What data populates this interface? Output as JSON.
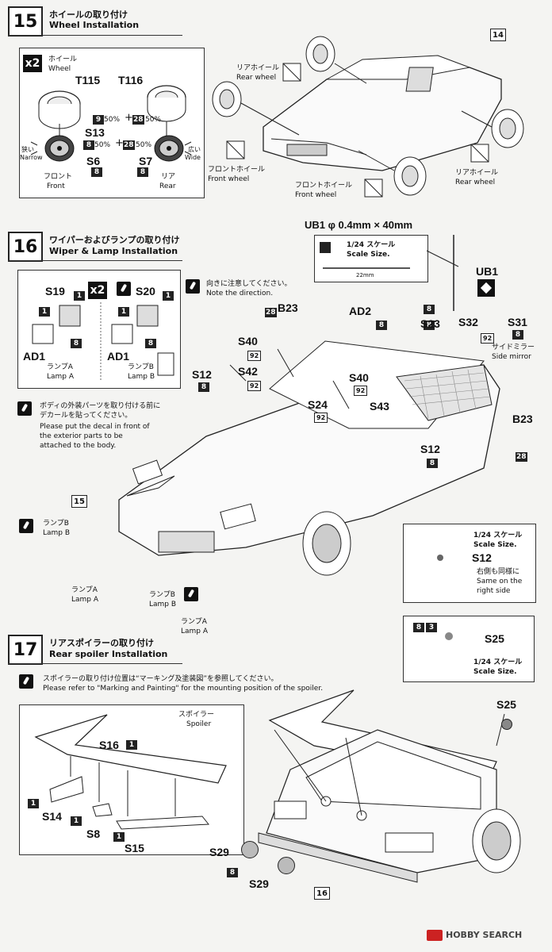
{
  "step15": {
    "number": "15",
    "title_jp": "ホイールの取り付け",
    "title_en": "Wheel Installation",
    "ref_part": "14",
    "inset": {
      "x2": "x2",
      "wheel_jp": "ホイール",
      "wheel_en": "Wheel",
      "t115": "T115",
      "t116": "T116",
      "ratio_left_a": "9",
      "ratio_left_a_pct": "50%",
      "ratio_left_b": "28",
      "ratio_left_b_pct": "50%",
      "s13": "S13",
      "ratio2_a": "8",
      "ratio2_a_pct": "50%",
      "ratio2_b": "28",
      "ratio2_b_pct": "50%",
      "narrow_jp": "狭い",
      "narrow_en": "Narrow",
      "wide_jp": "広い",
      "wide_en": "Wide",
      "s6": "S6",
      "s7": "S7",
      "s6_color": "8",
      "s7_color": "8",
      "front_jp": "フロント",
      "front_en": "Front",
      "rear_jp": "リア",
      "rear_en": "Rear"
    },
    "rear_wheel_top_jp": "リアホイール",
    "rear_wheel_top_en": "Rear wheel",
    "front_wheel_left_jp": "フロントホイール",
    "front_wheel_left_en": "Front wheel",
    "front_wheel_mid_jp": "フロントホイール",
    "front_wheel_mid_en": "Front wheel",
    "rear_wheel_right_jp": "リアホイール",
    "rear_wheel_right_en": "Rear wheel"
  },
  "step16": {
    "number": "16",
    "title_jp": "ワイパーおよびランプの取り付け",
    "title_en": "Wiper & Lamp Installation",
    "ub1_title": "UB1  φ 0.4mm × 40mm",
    "scale_jp": "1/24 スケール",
    "scale_en": "Scale Size.",
    "scale_mm": "22mm",
    "ub1": "UB1",
    "lamps": {
      "s19": "S19",
      "s20": "S20",
      "x2": "x2",
      "ad1_left": "AD1",
      "ad1_right": "AD1",
      "lamp_a_jp": "ランプA",
      "lamp_a_en": "Lamp A",
      "lamp_b_jp": "ランプB",
      "lamp_b_en": "Lamp B",
      "c1": "1",
      "c8": "8"
    },
    "note_direction_jp": "向きに注意してください。",
    "note_direction_en": "Note the direction.",
    "note_decal_jp1": "ボディの外装パーツを取り付ける前に",
    "note_decal_jp2": "デカールを貼ってください。",
    "note_decal_en1": "Please put the decal in front of",
    "note_decal_en2": "the exterior parts to be",
    "note_decal_en3": "attached to the body.",
    "parts": {
      "b23_top": "B23",
      "c28_top": "28",
      "ad2": "AD2",
      "c8_ad2": "8",
      "c8_s23": "8",
      "s23": "S23",
      "s32": "S32",
      "c92_mirror": "92",
      "s31": "S31",
      "c8_s31": "8",
      "mirror_jp": "サイドミラー",
      "mirror_en": "Side mirror",
      "s40_left": "S40",
      "c92_s40": "92",
      "s42": "S42",
      "c92_s42": "92",
      "s12_left": "S12",
      "c8_s12": "8",
      "s40_right": "S40",
      "c92_s40r": "92",
      "s24": "S24",
      "c92_s24": "92",
      "s43": "S43",
      "b23_right": "B23",
      "c28_right": "28",
      "s12_right": "S12",
      "c8_s12r": "8",
      "ref15": "15",
      "lamp_b1_jp": "ランプB",
      "lamp_b1_en": "Lamp B",
      "lamp_a1_jp": "ランプA",
      "lamp_a1_en": "Lamp A",
      "lamp_b2_jp": "ランプB",
      "lamp_b2_en": "Lamp B",
      "lamp_a2_jp": "ランプA",
      "lamp_a2_en": "Lamp A"
    },
    "s12_inset": {
      "scale_jp": "1/24 スケール",
      "scale_en": "Scale Size.",
      "s12": "S12",
      "same_jp": "右側も同様に",
      "same_en1": "Same on the",
      "same_en2": "right side"
    }
  },
  "step17": {
    "number": "17",
    "title_jp": "リアスポイラーの取り付け",
    "title_en": "Rear spoiler Installation",
    "note_jp": "スポイラーの取り付け位置は“マーキング及塗装図”を参照してください。",
    "note_en": "Please refer to \"Marking and Painting\" for the mounting position of the spoiler.",
    "spoiler_jp": "スポイラー",
    "spoiler_en": "Spoiler",
    "s16": "S16",
    "c1_s16": "1",
    "s14": "S14",
    "c1_s14": "1",
    "s8": "S8",
    "c1_s8": "1",
    "s15": "S15",
    "c1_s15": "1",
    "s25_inset": "S25",
    "c8_inset": "8",
    "c3_inset": "3",
    "scale_jp": "1/24 スケール",
    "scale_en": "Scale Size.",
    "s25": "S25",
    "s29_a": "S29",
    "c8_s29": "8",
    "s29_b": "S29",
    "ref16": "16"
  },
  "watermark": "HOBBY SEARCH"
}
